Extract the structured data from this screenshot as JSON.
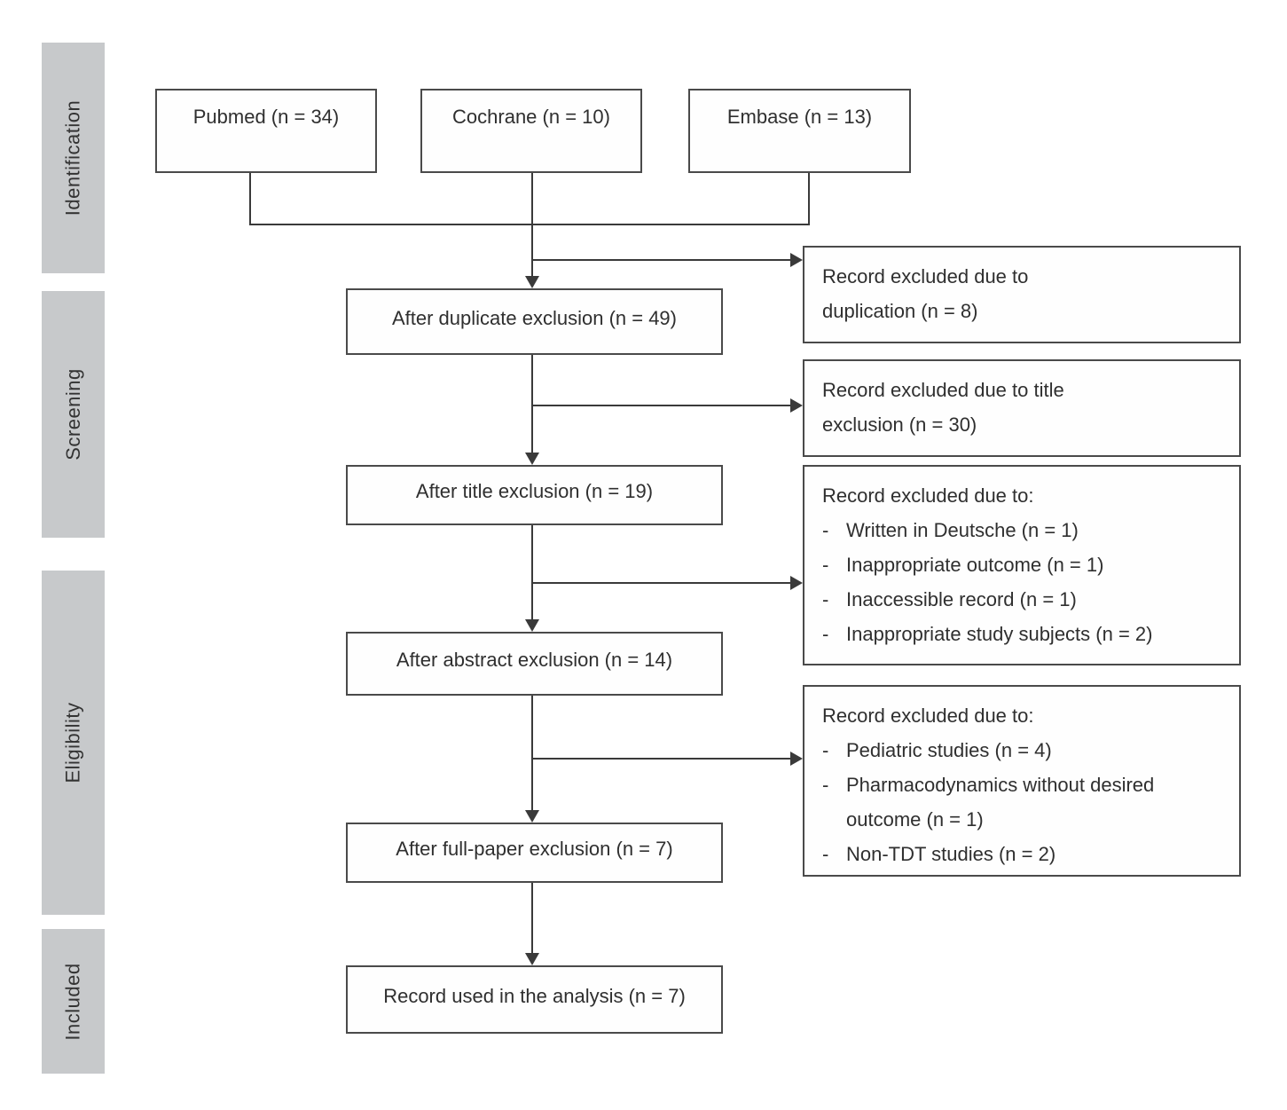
{
  "diagram": {
    "dash": "-",
    "stages": [
      {
        "label": "Identification"
      },
      {
        "label": "Screening"
      },
      {
        "label": "Eligibility"
      },
      {
        "label": "Included"
      }
    ],
    "sources": [
      {
        "label": "Pubmed (n = 34)"
      },
      {
        "label": "Cochrane (n = 10)"
      },
      {
        "label": "Embase (n = 13)"
      }
    ],
    "flow": [
      {
        "label": "After duplicate exclusion (n = 49)"
      },
      {
        "label": "After title exclusion (n = 19)"
      },
      {
        "label": "After abstract exclusion (n = 14)"
      },
      {
        "label": "After full-paper exclusion (n = 7)"
      },
      {
        "label": "Record used in the analysis (n = 7)"
      }
    ],
    "exclusions": [
      {
        "full_text": "Record excluded due to duplication (n = 8)",
        "lines": [
          {
            "text": "Record excluded due to"
          },
          {
            "text": "duplication (n = 8)"
          }
        ]
      },
      {
        "full_text": "Record excluded due to title exclusion (n = 30)",
        "lines": [
          {
            "text": "Record excluded due to title"
          },
          {
            "text": "exclusion (n = 30)"
          }
        ]
      },
      {
        "full_text": "Record excluded due to: - Written in Deutsche (n = 1) - Inappropriate outcome (n = 1) - Inaccessible record (n = 1) - Inappropriate study subjects (n = 2)",
        "lines": [
          {
            "text": "Record excluded due to:"
          },
          {
            "text": "Written in Deutsche (n = 1)",
            "bullet": true
          },
          {
            "text": "Inappropriate outcome (n = 1)",
            "bullet": true
          },
          {
            "text": "Inaccessible record (n = 1)",
            "bullet": true
          },
          {
            "text": "Inappropriate study subjects (n = 2)",
            "bullet": true
          }
        ]
      },
      {
        "full_text": "Record excluded due to: - Pediatric studies (n = 4) - Pharmacodynamics without desired outcome (n = 1) - Non-TDT studies (n = 2)",
        "lines": [
          {
            "text": "Record excluded due to:"
          },
          {
            "text": "Pediatric studies (n = 4)",
            "bullet": true
          },
          {
            "text": "Pharmacodynamics without desired",
            "bullet": true
          },
          {
            "text": "outcome (n = 1)",
            "cont": true
          },
          {
            "text": "Non-TDT studies (n = 2)",
            "bullet": true
          }
        ]
      }
    ],
    "colors": {
      "stage_bg": "#c7c9cb",
      "box_border": "#4a4a4a",
      "line": "#3a3a3a",
      "text": "#2f2f2f",
      "background": "#ffffff"
    }
  }
}
